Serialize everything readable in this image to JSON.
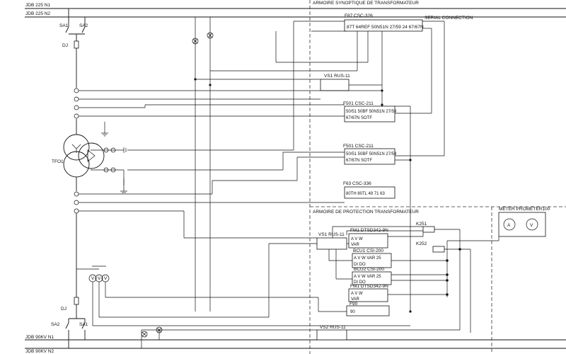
{
  "busbars": {
    "top_n1": "JDB 225 N1",
    "top_n2": "JDB 225 N2",
    "bottom_n1": "JDB 90KV N1",
    "bottom_n2": "JDB 90KV N2"
  },
  "switches": {
    "sa1_top": "SA1",
    "sa2_top": "SA2",
    "dj_top": "DJ",
    "dj_bottom": "DJ",
    "sa2_bottom": "SA2",
    "sa1_bottom": "SA1"
  },
  "transformer": {
    "label": "TFO1"
  },
  "sections": {
    "synoptic": "ARMOIRE SYNOPTIQUE DE TRANSFORMATEUR",
    "protection": "ARMOIRE DE PROTECTION TRANSFORMATEUR",
    "serial": "SERIAL CONNECTION"
  },
  "relays": {
    "f87": {
      "title": "F87 CSC-326",
      "funcs": "87T   64REF   50N51N  27/59  24   67/67N"
    },
    "vs1_top": {
      "title": "VS1 RUS-11"
    },
    "f501a": {
      "title": "F501 CSC-211",
      "line1": "50/51 50BF 50N51N 27/59",
      "line2": "67/67N  SOTF"
    },
    "f501b": {
      "title": "F501 CSC-211",
      "line1": "50/51 50BF 50N51N 27/59",
      "line2": "67/67N  SOTF"
    },
    "f63": {
      "title": "F63 CSC-336",
      "funcs": "80TH  80TL   49    71      63"
    },
    "vs1_bottom": {
      "title": "VS1 RUS-11"
    },
    "fm1": {
      "title": "FM1 DTSD342-9N",
      "line1": "A    V    W",
      "line2": "VAR"
    },
    "bcu1": {
      "title": "BCU1 CSI-200",
      "line1": "A    V    W       VAR      25",
      "line2": "DI   DO"
    },
    "bcu2": {
      "title": "BCU2 CSI-200",
      "line1": "A    V    W       VAR      25",
      "line2": "DI   DO"
    },
    "fm2": {
      "title": "FM1 DTSD342-9N",
      "line1": "A    V    W",
      "line2": "VAR"
    },
    "f90": {
      "title": "F90",
      "value": "90"
    },
    "vs2": {
      "title": "VS2 RUS-11"
    },
    "k251": {
      "title": "K251"
    },
    "k252": {
      "title": "K252"
    }
  },
  "meter": {
    "title": "METER PROMETER100",
    "a": "A",
    "v": "V"
  },
  "icons": [
    "transformer-icon",
    "current-transformer-icon",
    "voltage-transformer-icon",
    "ground-icon",
    "lamp-icon",
    "switch-icon"
  ]
}
